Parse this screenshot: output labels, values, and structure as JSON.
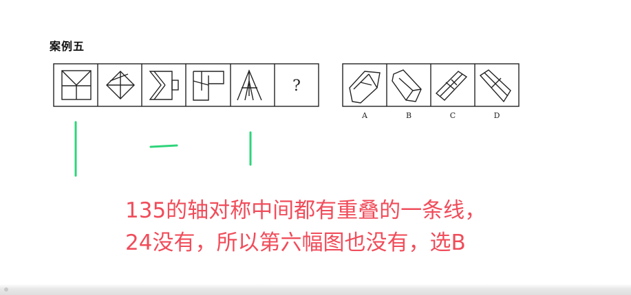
{
  "title": "案例五",
  "question_mark": "?",
  "options": [
    {
      "letter": "A"
    },
    {
      "letter": "B"
    },
    {
      "letter": "C"
    },
    {
      "letter": "D"
    }
  ],
  "annotation": {
    "line1": "135的轴对称中间都有重叠的一条线，",
    "line2": "24没有，所以第六幅图也没有，选B"
  },
  "colors": {
    "annotation_text": "#f04c5a",
    "marker_green": "#2ed47a",
    "figure_stroke": "#222222"
  }
}
